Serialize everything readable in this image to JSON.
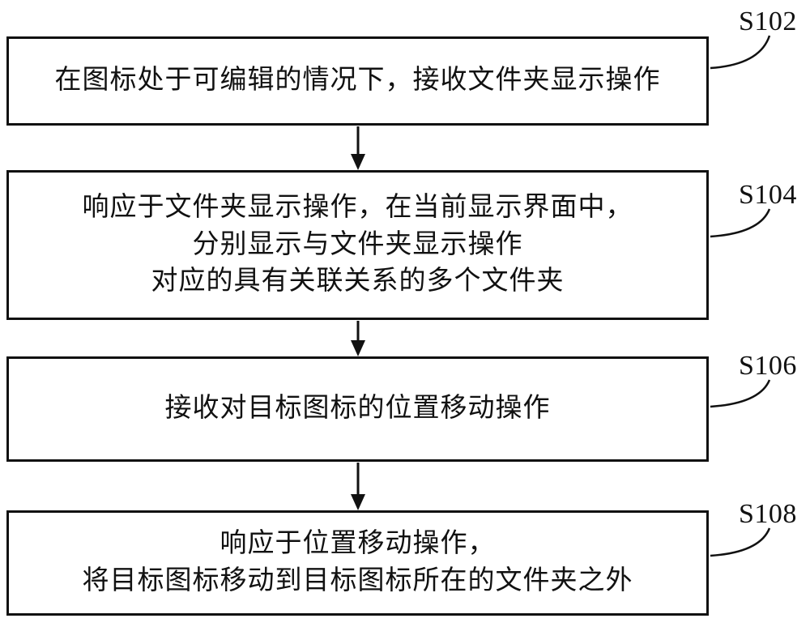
{
  "figure_type": "flowchart",
  "steps": [
    {
      "id": "S102",
      "lines": [
        "在图标处于可编辑的情况下，接收文件夹显示操作"
      ]
    },
    {
      "id": "S104",
      "lines": [
        "响应于文件夹显示操作，在当前显示界面中，",
        "分别显示与文件夹显示操作",
        "对应的具有关联关系的多个文件夹"
      ]
    },
    {
      "id": "S106",
      "lines": [
        "接收对目标图标的位置移动操作"
      ]
    },
    {
      "id": "S108",
      "lines": [
        "响应于位置移动操作，",
        "将目标图标移动到目标图标所在的文件夹之外"
      ]
    }
  ],
  "colors": {
    "stroke": "#111111",
    "background": "#ffffff"
  }
}
